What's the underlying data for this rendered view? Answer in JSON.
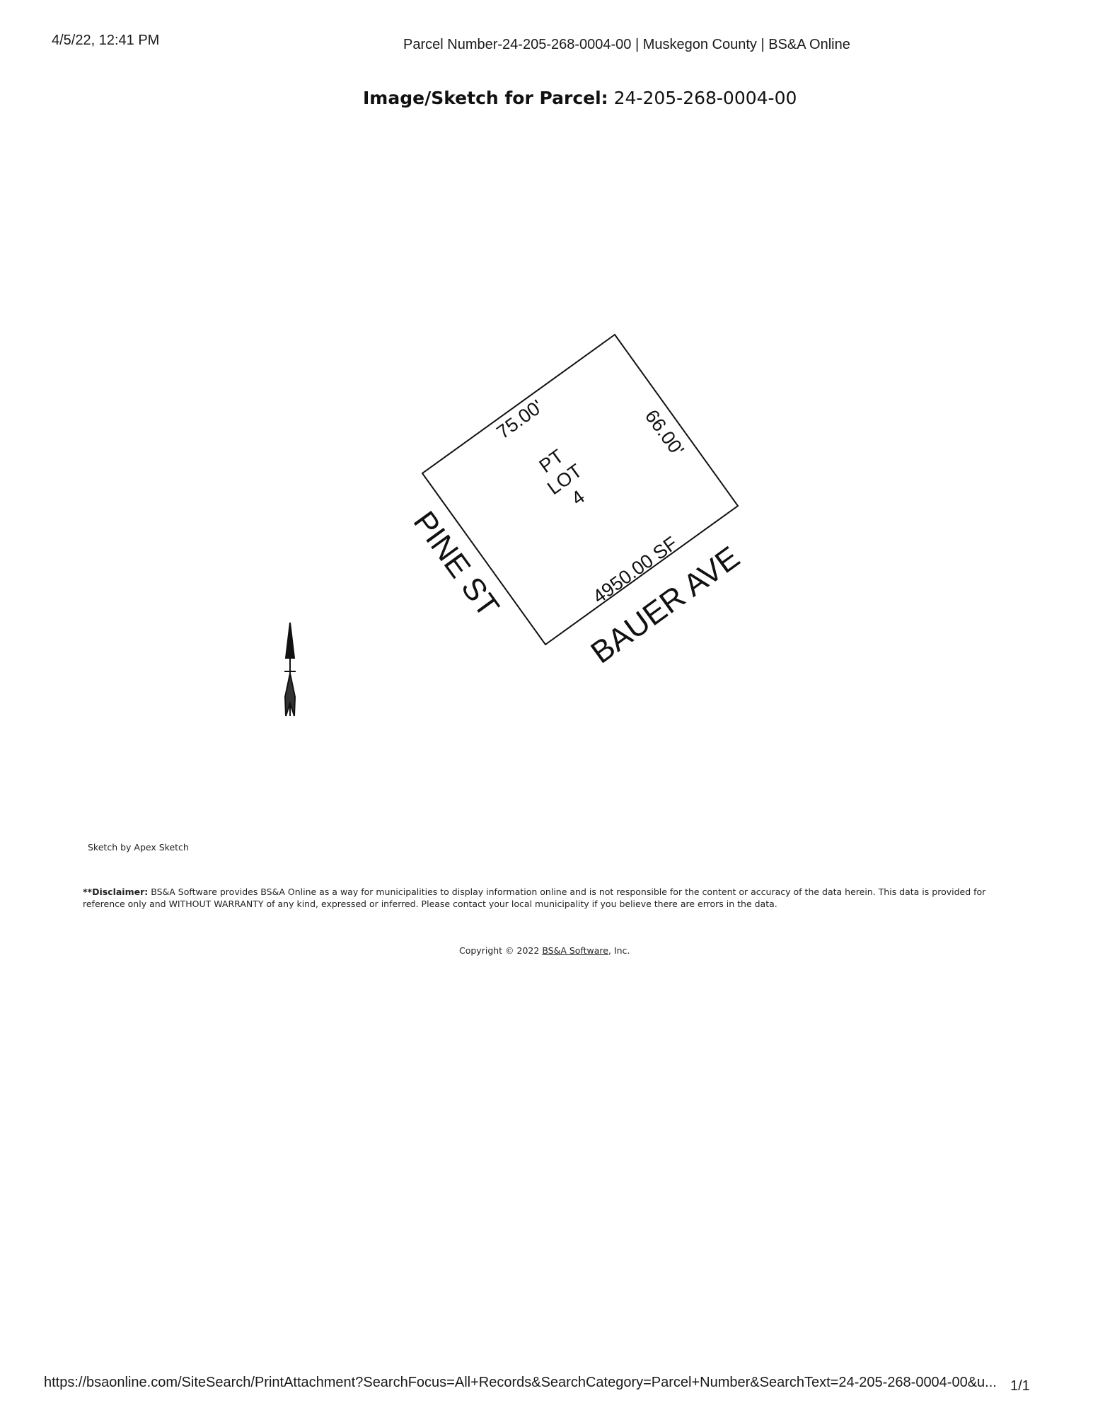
{
  "header": {
    "datetime": "4/5/22, 12:41 PM",
    "page_title": "Parcel Number-24-205-268-0004-00 | Muskegon County | BS&A Online"
  },
  "sketch_heading": {
    "label": "Image/Sketch for Parcel:",
    "parcel": "24-205-268-0004-00"
  },
  "sketch": {
    "dim_top": "75.00'",
    "dim_right": "66.00'",
    "lot_line1": "PT",
    "lot_line2": "LOT",
    "lot_line3": "4",
    "area": "4950.00 SF",
    "street_left": "PINE ST",
    "street_bottom": "BAUER AVE",
    "north_arrow_icon": "north-arrow-icon"
  },
  "credit": "Sketch by Apex Sketch",
  "disclaimer": {
    "label": "**Disclaimer:",
    "text": " BS&A Software provides BS&A Online as a way for municipalities to display information online and is not responsible for the content or accuracy of the data herein. This data is provided for reference only and WITHOUT WARRANTY of any kind, expressed or inferred. Please contact your local municipality if you believe there are errors in the data."
  },
  "copyright": {
    "prefix": "Copyright © 2022 ",
    "link": "BS&A Software",
    "suffix": ", Inc."
  },
  "footer": {
    "url": "https://bsaonline.com/SiteSearch/PrintAttachment?SearchFocus=All+Records&SearchCategory=Parcel+Number&SearchText=24-205-268-0004-00&u...",
    "page": "1/1"
  }
}
